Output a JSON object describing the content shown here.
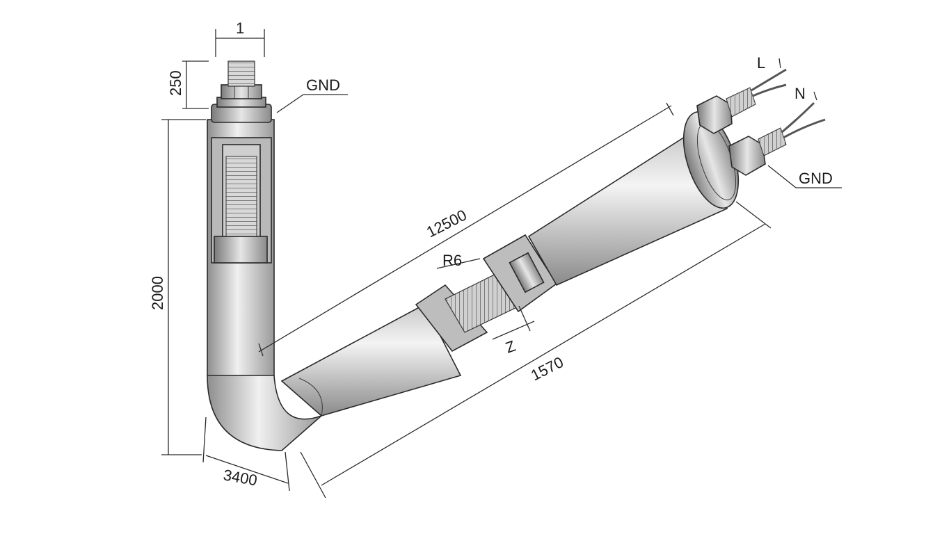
{
  "labels": {
    "dim_top_width": "1",
    "dim_thread_height": "250",
    "dim_vertical_length": "2000",
    "dim_bend": "3400",
    "dim_overall_diagonal": "12500",
    "dim_lower_diagonal": "1570",
    "dim_radius": "R6",
    "dim_gap": "Z",
    "gnd_top": "GND",
    "gnd_right": "GND",
    "terminal_l": "L",
    "terminal_n": "N"
  },
  "colors": {
    "metal_dark": "#8e8e8e",
    "metal_light": "#f2f2f2",
    "ink": "#2a2a2a"
  }
}
